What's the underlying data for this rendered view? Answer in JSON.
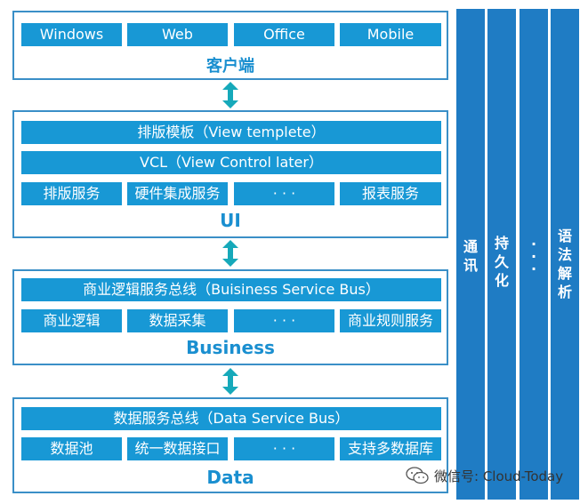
{
  "client": {
    "boxes": [
      "Windows",
      "Web",
      "Office",
      "Mobile"
    ],
    "title": "客户端"
  },
  "ui": {
    "row1": "排版模板（View templete）",
    "row2": "VCL（View Control later）",
    "boxes": [
      "排版服务",
      "硬件集成服务",
      "· · ·",
      "报表服务"
    ],
    "title": "UI"
  },
  "business": {
    "row1": "商业逻辑服务总线（Buisiness Service Bus）",
    "boxes": [
      "商业逻辑",
      "数据采集",
      "· · ·",
      "商业规则服务"
    ],
    "title": "Business"
  },
  "data": {
    "row1": "数据服务总线（Data Service Bus）",
    "boxes": [
      "数据池",
      "统一数据接口",
      "· · ·",
      "支持多数据库"
    ],
    "title": "Data"
  },
  "side": [
    [
      "通",
      "讯"
    ],
    [
      "持",
      "久",
      "化"
    ],
    [
      "·",
      "·",
      "·"
    ],
    [
      "语",
      "法",
      "解",
      "析"
    ]
  ],
  "watermark": "微信号: Cloud-Today",
  "colors": {
    "box": "#1898d5",
    "panel_border": "#3a8fc7",
    "side_bar": "#1f7cc4",
    "title_text": "#1a8fd0",
    "arrow": "#16a9ba"
  }
}
